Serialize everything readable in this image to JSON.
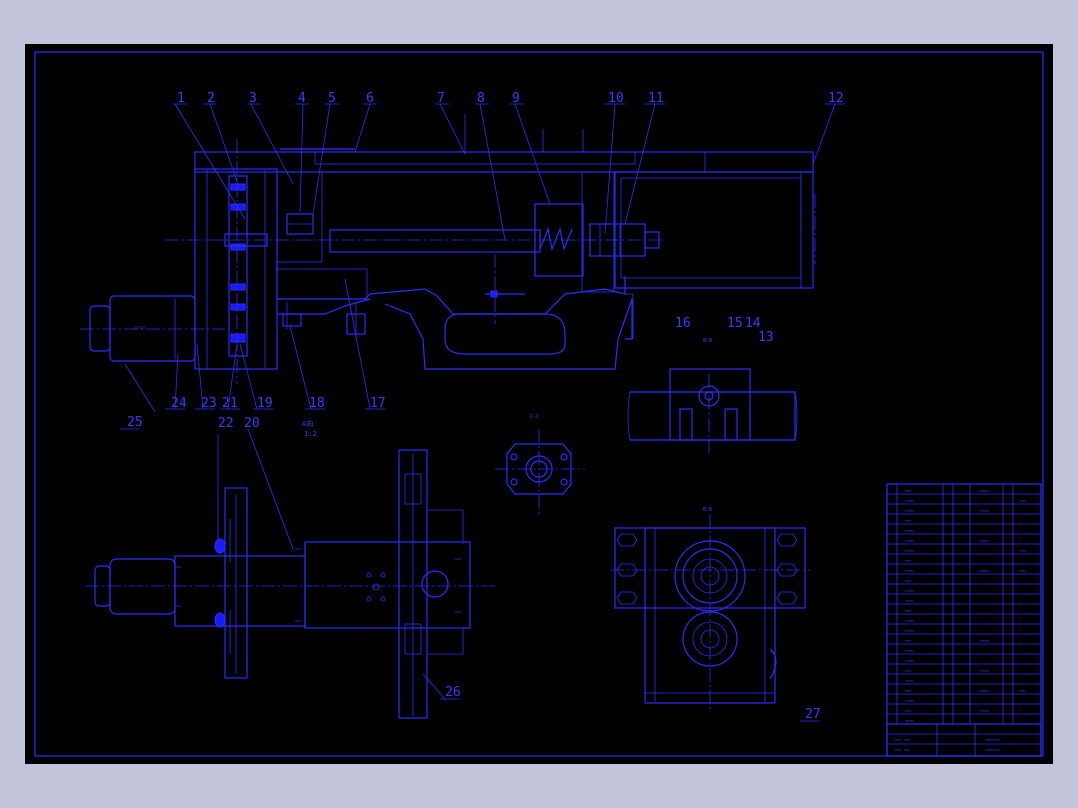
{
  "drawing": {
    "part_numbers": [
      "1",
      "2",
      "3",
      "4",
      "5",
      "6",
      "7",
      "8",
      "9",
      "10",
      "11",
      "12",
      "13",
      "14",
      "15",
      "16",
      "17",
      "18",
      "19",
      "20",
      "21",
      "22",
      "23",
      "24",
      "25",
      "26",
      "27"
    ],
    "section_labels": {
      "c": "C-C",
      "b": "B-B",
      "a": "A-A"
    },
    "scale_note": {
      "line1": "A向",
      "line2": "1:2"
    }
  },
  "colors": {
    "background": "#000000",
    "lines": "#2c2cff",
    "outer": "#c3c3dc"
  }
}
